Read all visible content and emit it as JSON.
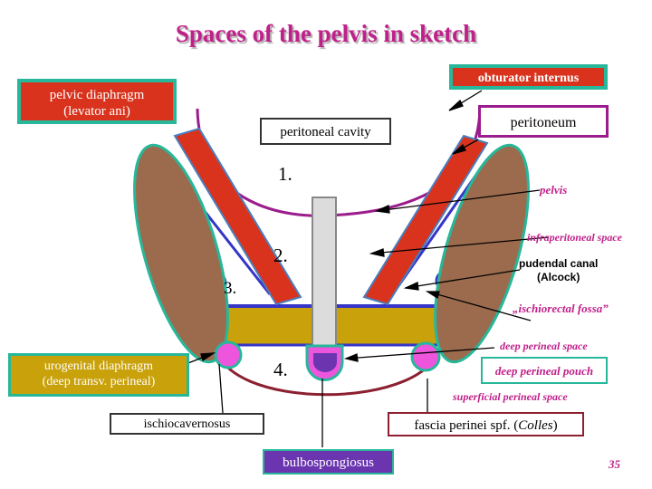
{
  "title": "Spaces of the pelvis in sketch",
  "labels": {
    "obturator_internus": "obturator internus",
    "pelvic_diaphragm_line1": "pelvic diaphragm",
    "pelvic_diaphragm_line2": "(levator ani)",
    "peritoneal_cavity": "peritoneal cavity",
    "peritoneum": "peritoneum",
    "pelvis": "pelvis",
    "infraperitoneal_space": "infraperitoneal space",
    "pudendal_canal_line1": "pudendal canal",
    "pudendal_canal_line2": "(Alcock)",
    "ischiorectal_fossa": "„ischiorectal fossa”",
    "deep_perineal_space": "deep perineal space",
    "deep_perineal_pouch": "deep perineal pouch",
    "urogenital_diaphragm_line1": "urogenital diaphragm",
    "urogenital_diaphragm_line2": "(deep transv. perineal)",
    "superficial_perineal_space": "superficial perineal space",
    "ischiocavernosus": "ischiocavernosus",
    "fascia_perinei_prefix": "fascia perinei spf. (",
    "fascia_perinei_colles": "Colles",
    "fascia_perinei_suffix": ")",
    "bulbospongiosus": "bulbospongiosus"
  },
  "space_numbers": [
    "1.",
    "2.",
    "3.",
    "4."
  ],
  "page_number": "35",
  "colors": {
    "title": "#c0208a",
    "outline": "#9b1c8c",
    "muscle": "#9c6b4e",
    "muscle_border": "#27b79a",
    "levator": "#d9331d",
    "membrane": "#c9a10a",
    "floor": "#8c2030",
    "erectile": "#ee55dd",
    "bulb_inner": "#6b35b0",
    "rectum": "#dcdcdc",
    "line_blue": "#3535c8"
  }
}
